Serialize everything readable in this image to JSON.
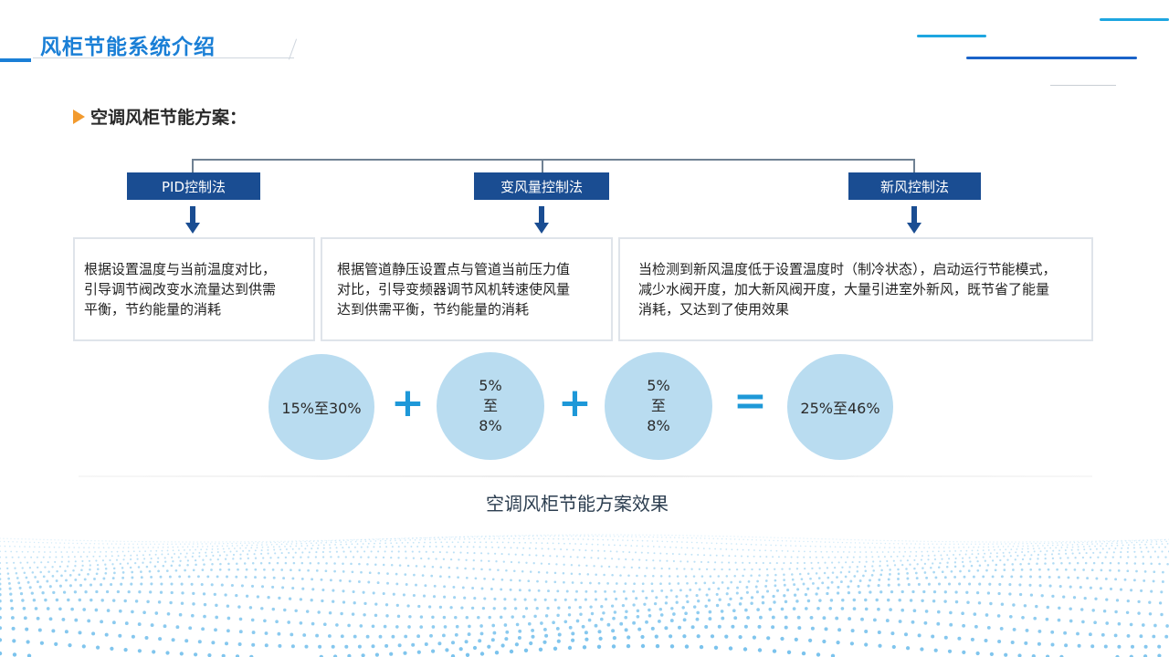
{
  "header": {
    "title": "风柜节能系统介绍"
  },
  "section": {
    "title": "空调风柜节能方案："
  },
  "methods": [
    {
      "label": "PID控制法",
      "description": [
        "根据设置温度与当前温度对比，",
        "引导调节阀改变水流量达到供需",
        "平衡，节约能量的消耗"
      ]
    },
    {
      "label": "变风量控制法",
      "description": [
        "根据管道静压设置点与管道当前压力值",
        "对比，引导变频器调节风机转速使风量",
        "达到供需平衡，节约能量的消耗"
      ]
    },
    {
      "label": "新风控制法",
      "description": [
        "当检测到新风温度低于设置温度时（制冷状态），启动运行节能模式，",
        "减少水阀开度，加大新风阀开度，大量引进室外新风，既节省了能量",
        "消耗，又达到了使用效果"
      ]
    }
  ],
  "savings": {
    "pid": "15%至30%",
    "vav": [
      "5%",
      "至",
      "8%"
    ],
    "fresh_air": [
      "5%",
      "至",
      "8%"
    ],
    "total": "25%至46%",
    "plus": "+",
    "equals": "="
  },
  "summary_label": "空调风柜节能方案效果",
  "colors": {
    "brand_blue": "#1a7fd6",
    "method_bg": "#1a4d92",
    "circle_bg": "#b9dcf0",
    "operator": "#1e98d8",
    "bullet": "#f29a2e"
  },
  "icons": {
    "bullet": "triangle-right-icon",
    "arrow": "arrow-down-icon"
  }
}
